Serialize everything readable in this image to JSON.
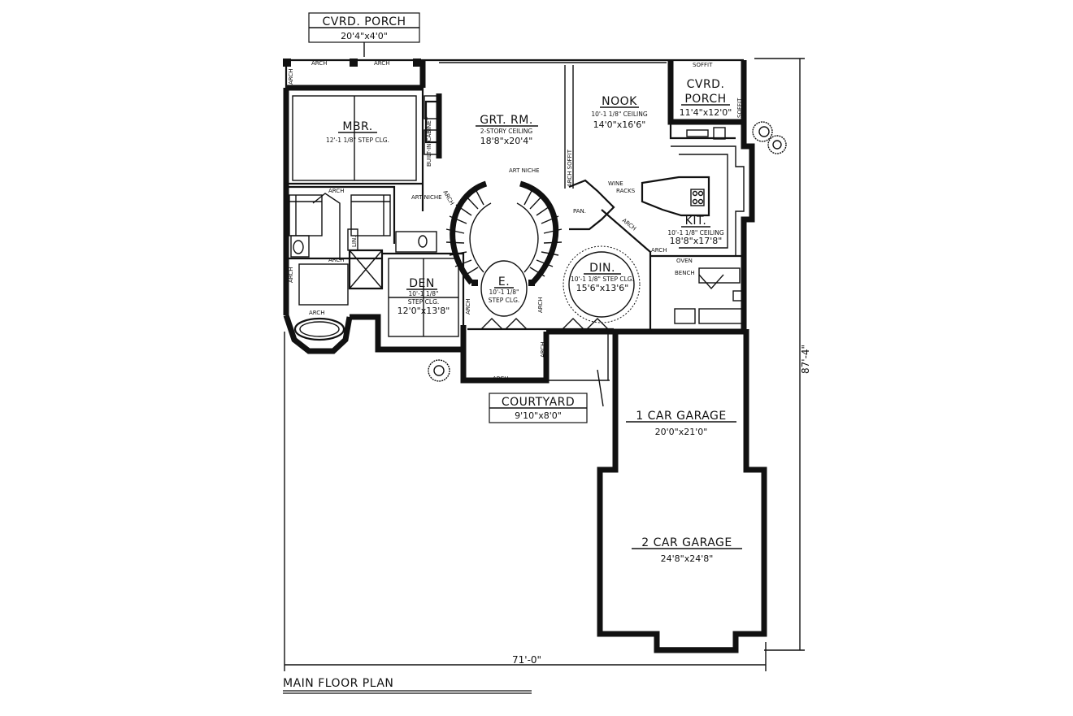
{
  "plan_title": "MAIN FLOOR PLAN",
  "dimensions": {
    "width": "71'-0\"",
    "depth": "87'-4\""
  },
  "rooms": {
    "porch_top": {
      "name": "CVRD. PORCH",
      "dim": "20'4\"x4'0\""
    },
    "mbr": {
      "name": "MBR.",
      "note": "12'-1 1/8\" STEP CLG."
    },
    "great_room": {
      "name": "GRT. RM.",
      "note": "2-STORY CEILING",
      "dim": "18'8\"x20'4\""
    },
    "nook": {
      "name": "NOOK",
      "note": "10'-1 1/8\" CEILING",
      "dim": "14'0\"x16'6\""
    },
    "porch_side": {
      "name1": "CVRD.",
      "name2": "PORCH",
      "dim": "11'4\"x12'0\""
    },
    "kitchen": {
      "name": "KIT.",
      "note": "10'-1 1/8\" CEILING",
      "dim": "18'8\"x17'8\""
    },
    "den": {
      "name": "DEN",
      "note1": "10'-1 1/8\"",
      "note2": "STEP CLG.",
      "dim": "12'0\"x13'8\""
    },
    "entry": {
      "name": "E.",
      "note1": "10'-1 1/8\"",
      "note2": "STEP CLG."
    },
    "dining": {
      "name": "DIN.",
      "note": "10'-1 1/8\" STEP CLG.",
      "dim": "15'6\"x13'6\""
    },
    "courtyard": {
      "name": "COURTYARD",
      "dim": "9'10\"x8'0\""
    },
    "garage1": {
      "name": "1 CAR GARAGE",
      "dim": "20'0\"x21'0\""
    },
    "garage2": {
      "name": "2 CAR GARAGE",
      "dim": "24'8\"x24'8\""
    }
  },
  "labels": {
    "arch": "ARCH",
    "soffit": "SOFFIT",
    "art_niche": "ART NICHE",
    "wine_racks_1": "WINE",
    "wine_racks_2": "RACKS",
    "pantry": "PAN.",
    "built_in_cabinet": "BUILT-IN CABINET",
    "arch_soffit": "ARCH SOFFIT",
    "lin": "LIN.",
    "oven": "OVEN",
    "bench": "BENCH"
  }
}
